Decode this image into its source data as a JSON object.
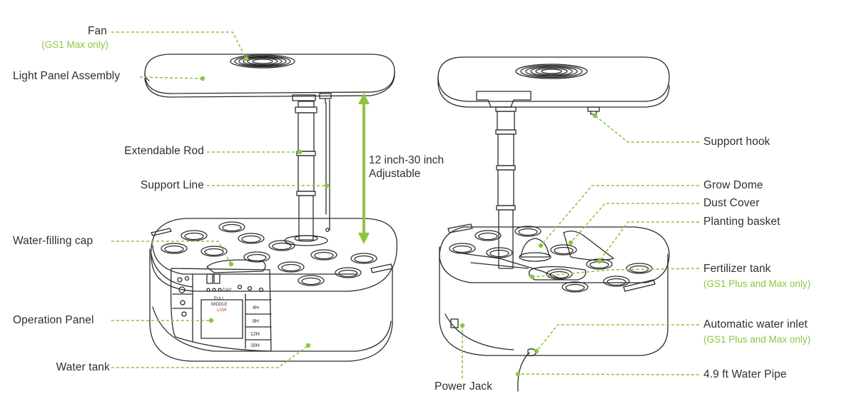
{
  "labels": {
    "fan": "Fan",
    "fan_note": "(GS1 Max only)",
    "light_panel": "Light Panel Assembly",
    "extendable_rod": "Extendable Rod",
    "support_line": "Support Line",
    "water_cap": "Water-filling cap",
    "operation_panel": "Operation Panel",
    "water_tank": "Water tank",
    "adjust_line1": "12 inch-30 inch",
    "adjust_line2": "Adjustable",
    "support_hook": "Support hook",
    "grow_dome": "Grow Dome",
    "dust_cover": "Dust Cover",
    "planting_basket": "Planting basket",
    "fertilizer_tank": "Fertilizer tank",
    "fertilizer_note": "(GS1 Plus and Max only)",
    "water_inlet": "Automatic water inlet",
    "water_inlet_note": "(GS1 Plus and Max only)",
    "water_pipe": "4.9 ft Water Pipe",
    "power_jack": "Power Jack"
  },
  "panel": {
    "day": "DAY",
    "full": "FULL",
    "middle": "MIDDLE",
    "low": "LOW",
    "t4": "4H",
    "t8": "8H",
    "t12": "12H",
    "t16": "16H"
  },
  "colors": {
    "accent": "#8cc63f",
    "line": "#2b2b2b",
    "text": "#2f2f2f",
    "low": "#e0302b"
  }
}
